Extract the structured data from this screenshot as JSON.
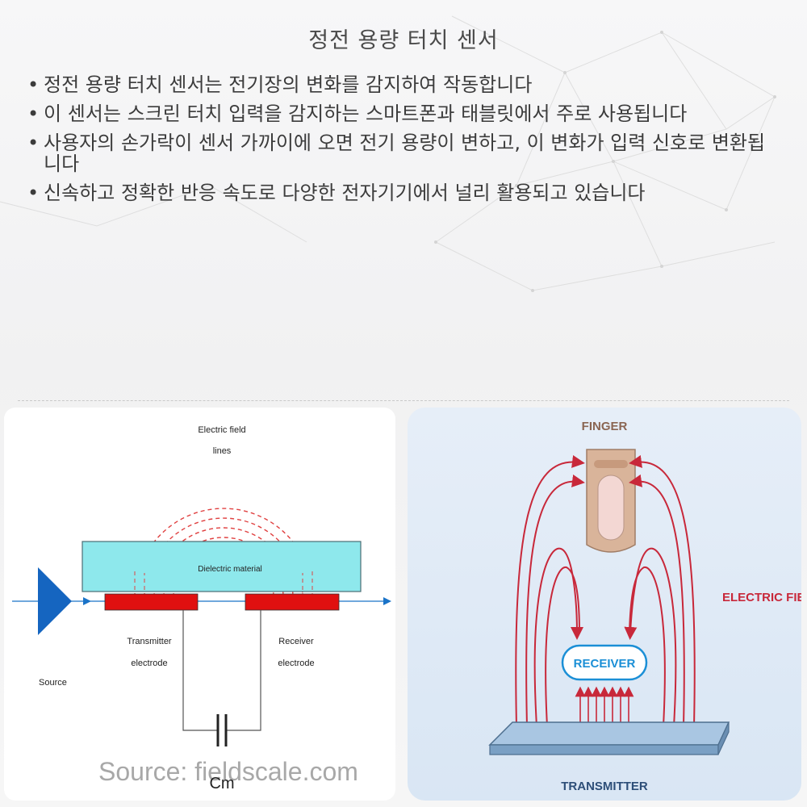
{
  "title": "정전 용량 터치 센서",
  "bullets": [
    "정전 용량 터치 센서는 전기장의 변화를 감지하여 작동합니다",
    "이 센서는 스크린 터치 입력을 감지하는 스마트폰과 태블릿에서 주로 사용됩니다",
    "사용자의 손가락이 센서 가까이에 오면 전기 용량이 변하고, 이 변화가 입력 신호로 변환됩니다",
    "신속하고 정확한 반응 속도로 다양한 전자기기에서 널리 활용되고 있습니다"
  ],
  "diagram_left": {
    "field_label_1": "Electric field",
    "field_label_2": "lines",
    "dielectric": "Dielectric material",
    "transmitter_1": "Transmitter",
    "transmitter_2": "electrode",
    "receiver_1": "Receiver",
    "receiver_2": "electrode",
    "source": "Source",
    "capacitor": "Cm",
    "credit": "Source: fieldscale.com",
    "colors": {
      "field": "#e04040",
      "electrode": "#e01010",
      "dielectric": "#8ee8ec",
      "arrow": "#1a73c8"
    }
  },
  "diagram_right": {
    "finger": "FINGER",
    "electric_field": "ELECTRIC FIELD",
    "receiver": "RECEIVER",
    "transmitter": "TRANSMITTER",
    "colors": {
      "field": "#c8283a",
      "label": "#c8283a",
      "receiver": "#1b8fd6",
      "plate": "#8fb4d6"
    }
  }
}
